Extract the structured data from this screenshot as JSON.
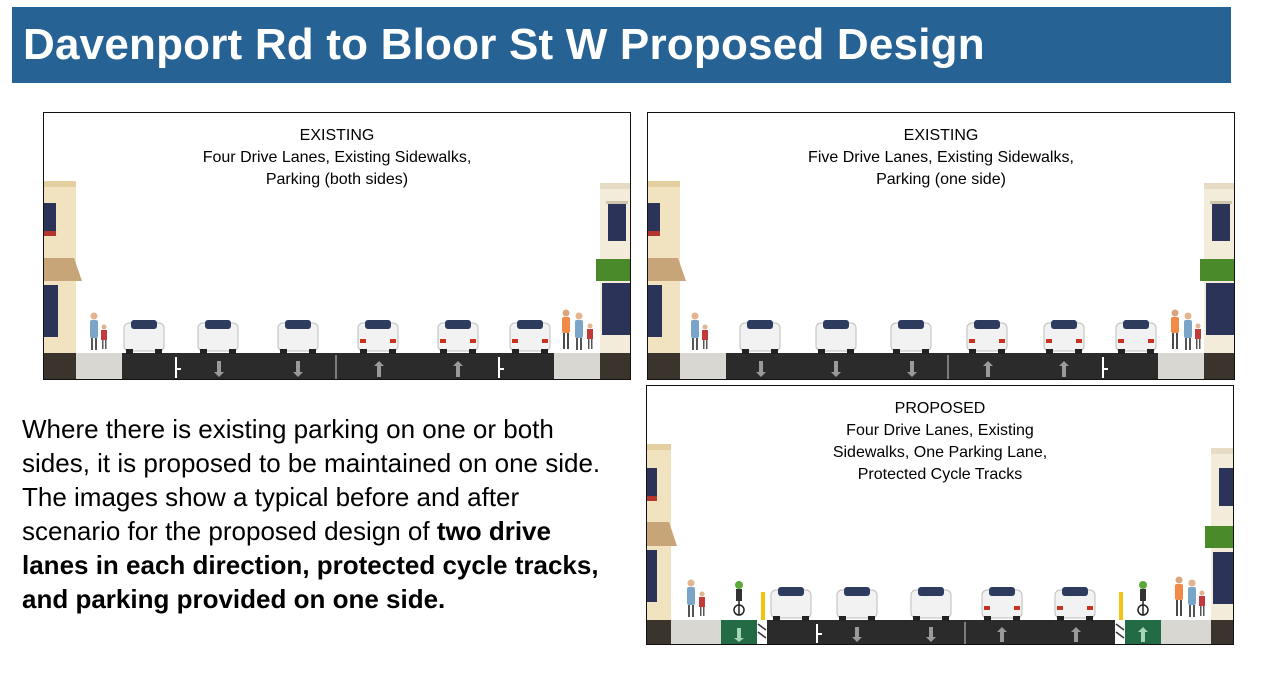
{
  "slide": {
    "title": "Davenport Rd to Bloor St W Proposed Design"
  },
  "panels": [
    {
      "label": "EXISTING",
      "description": "Four Drive Lanes, Existing Sidewalks,\nParking (both sides)"
    },
    {
      "label": "EXISTING",
      "description": "Five Drive Lanes, Existing Sidewalks,\nParking (one side)"
    },
    {
      "label": "PROPOSED",
      "description": "Four Drive Lanes, Existing\nSidewalks, One Parking Lane,\nProtected Cycle Tracks"
    }
  ],
  "body": {
    "paragraph1": "Where there is existing parking on one or both sides, it is proposed to be maintained on one side.",
    "paragraph2_plain": "The images show a typical before and after scenario for the proposed design of ",
    "paragraph2_bold": "two drive lanes in each direction, protected cycle tracks, and parking provided on one side."
  },
  "colors": {
    "title_bar": "#266293",
    "road": "#2b2b2b",
    "sidewalk": "#d9d7d2",
    "cycle_track": "#236b44",
    "building": "#f1e2c0",
    "awning_tan": "#c7a579",
    "awning_green": "#4b8a2b"
  }
}
